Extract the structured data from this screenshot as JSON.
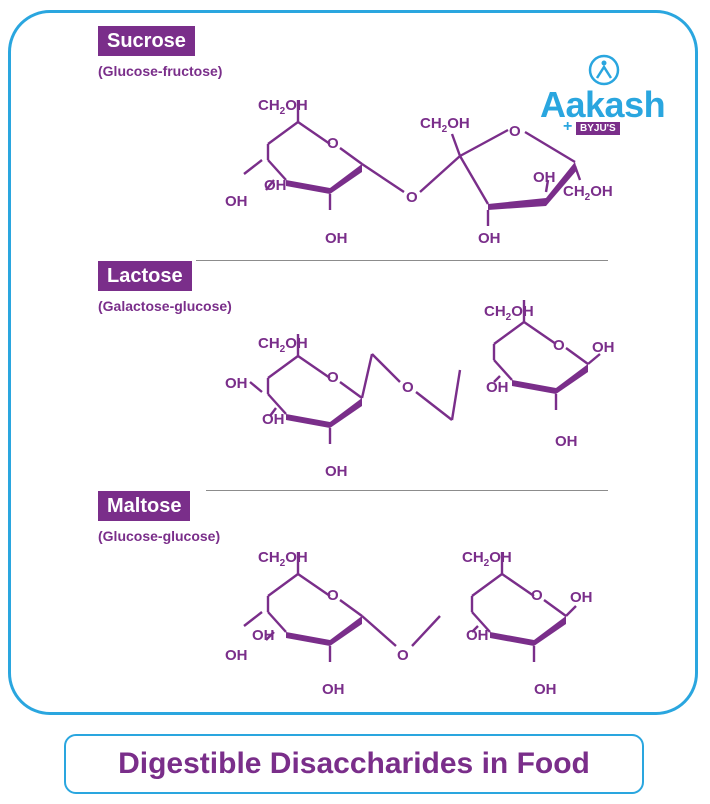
{
  "sections": [
    {
      "name": "Sucrose",
      "subtitle": "(Glucose-fructose)"
    },
    {
      "name": "Lactose",
      "subtitle": "(Galactose-glucose)"
    },
    {
      "name": "Maltose",
      "subtitle": "(Glucose-glucose)"
    }
  ],
  "labels": {
    "ch": "CH",
    "sub2": "2",
    "oh_tail": "OH",
    "oh": "OH",
    "o": "O"
  },
  "logo": {
    "name": "Aakash",
    "partner": "BYJU'S",
    "plus": "+",
    "icon": "aakash-person-icon"
  },
  "caption": "Digestible Disaccharides in Food",
  "colors": {
    "accent": "#7a2e8a",
    "frame": "#2aa6df"
  }
}
